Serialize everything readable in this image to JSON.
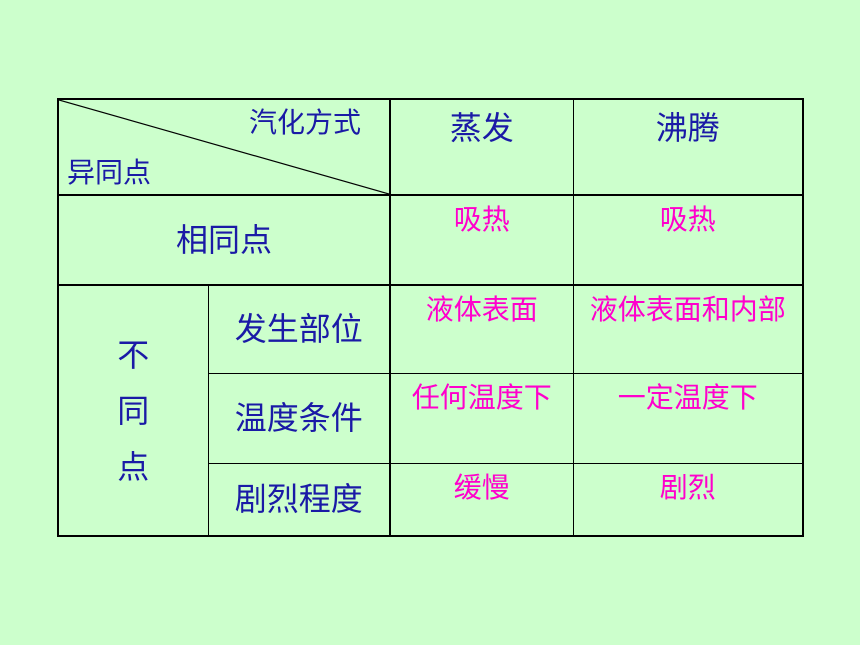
{
  "table": {
    "corner": {
      "top_label": "汽化方式",
      "bottom_label": "异同点"
    },
    "headers": [
      "蒸发",
      "沸腾"
    ],
    "same_row": {
      "label": "相同点",
      "evaporation": "吸热",
      "boiling": "吸热"
    },
    "diff_group_label": "不同点",
    "diff_rows": [
      {
        "label": "发生部位",
        "evaporation": "液体表面",
        "boiling": "液体表面和内部"
      },
      {
        "label": "温度条件",
        "evaporation": "任何温度下",
        "boiling": "一定温度下"
      },
      {
        "label": "剧烈程度",
        "evaporation": "缓慢",
        "boiling": "剧烈"
      }
    ]
  },
  "colors": {
    "background": "#ccffcc",
    "label_text": "#1a1aa6",
    "answer_text": "#ff00cc"
  }
}
